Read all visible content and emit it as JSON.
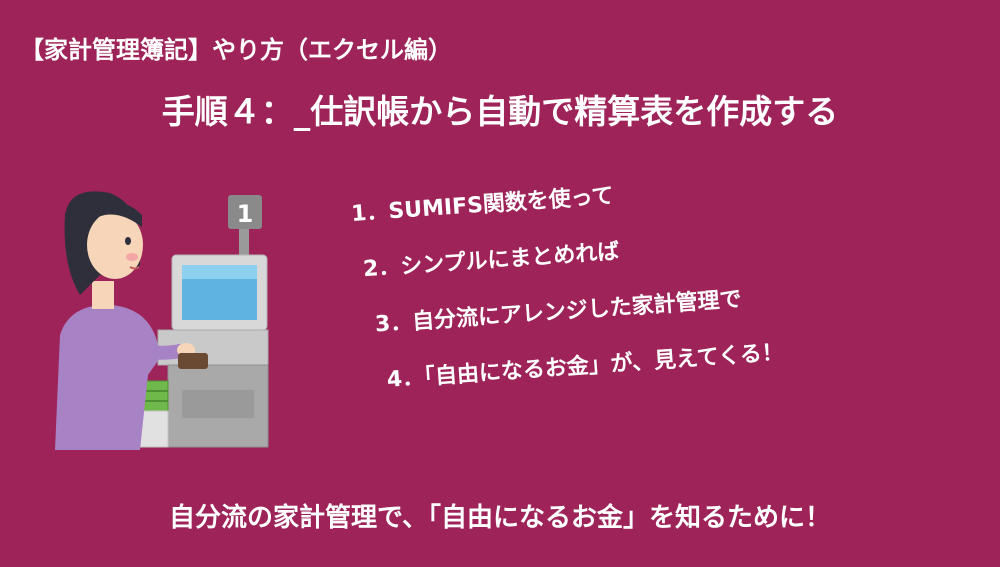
{
  "header": {
    "category": "【家計管理簿記】やり方（エクセル編）",
    "title": "手順４：_仕訳帳から自動で精算表を作成する"
  },
  "steps": [
    "1．SUMIFS関数を使って",
    "2．シンプルにまとめれば",
    "3．自分流にアレンジした家計管理で",
    "4．「自由になるお金」が、見えてくる！"
  ],
  "illustration": {
    "kiosk_number": "1"
  },
  "footer": {
    "text": "自分流の家計管理で、「自由になるお金」を知るために！"
  },
  "colors": {
    "background": "#9e2359",
    "text": "#ffffff",
    "screen": "#5fb3e0",
    "sweater": "#a782c4",
    "basket": "#6fb84a",
    "machine": "#d8d8d8"
  }
}
